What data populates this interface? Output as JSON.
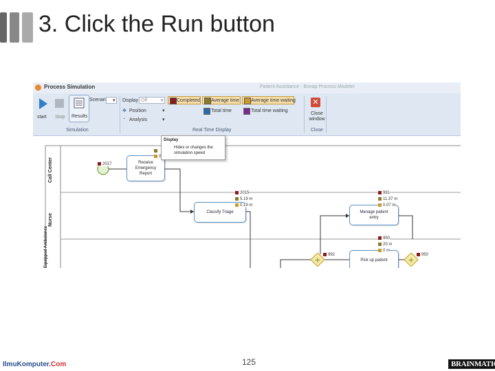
{
  "slide": {
    "title": "3. Click the Run button",
    "page_number": "125",
    "footer_logo_main": "IlmuKomputer",
    "footer_logo_domain": ".Com",
    "brand_logo": "BRAINMATICS"
  },
  "window": {
    "title": "Process Simulation",
    "faded_title": "Patient Assistance · Bonap Process Modeler"
  },
  "ribbon": {
    "scenario_label": "Scenari",
    "start_label": "start",
    "stop_label": "Stop",
    "results_label": "Results",
    "display_label": "Display",
    "display_value": "Off",
    "position_label": "Position",
    "analysis_label": "Analysis",
    "completed_label": "Completed",
    "average_time_label": "Average time",
    "average_time_waiting_label": "Average time waiting",
    "total_time_label": "Total time",
    "total_time_waiting_label": "Total time waiting",
    "close_window_label": "Close window",
    "group_simulation": "Simulation",
    "group_realtime": "Real Time Display",
    "group_close": "Close"
  },
  "tooltip": {
    "title": "Display",
    "text": "Hides or changes the simulation speed"
  },
  "lanes": [
    "Call Center",
    "Nurse",
    "Equipped Ambulance"
  ],
  "tasks": {
    "receive": "Receive Emergency Report",
    "classify": "Classify Triage",
    "manage": "Manage patient entry",
    "pickup": "Pick up patient"
  },
  "stats": {
    "receive": [
      "2017",
      "",
      "0 m"
    ],
    "classify": [
      "2015",
      "5.19 m",
      "0.19 m"
    ],
    "manage": [
      "991",
      "11.37 m",
      "0.07 m"
    ],
    "pickup": [
      "950",
      "20 m",
      "0 m"
    ],
    "gateway_left": "992",
    "gateway_right": "950"
  },
  "colors": {
    "completed": "#8b1a1a",
    "average": "#8a7a2a",
    "waiting": "#c89a2a",
    "total": "#2a6aa8",
    "total_waiting": "#7a2a8a"
  }
}
